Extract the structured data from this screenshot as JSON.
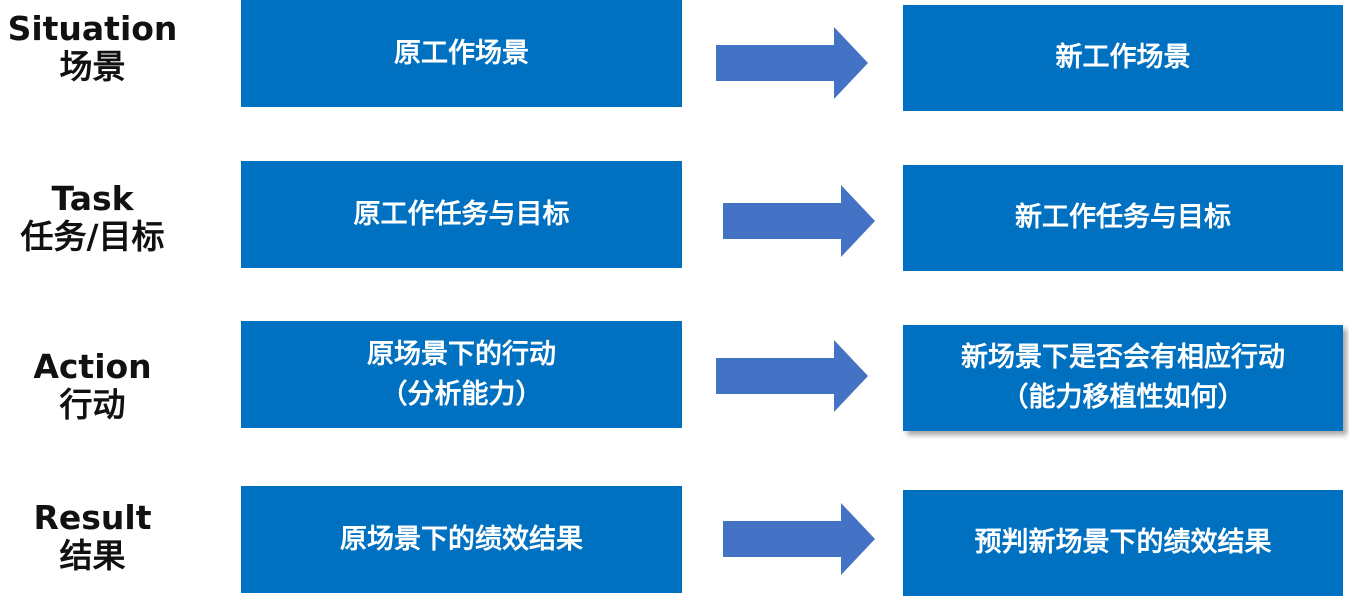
{
  "rows": [
    {
      "label_en": "Situation",
      "label_cn": "场景",
      "original_lines": [
        "原工作场景"
      ],
      "new_lines": [
        "新工作场景"
      ]
    },
    {
      "label_en": "Task",
      "label_cn": "任务/目标",
      "original_lines": [
        "原工作任务与目标"
      ],
      "new_lines": [
        "新工作任务与目标"
      ]
    },
    {
      "label_en": "Action",
      "label_cn": "行动",
      "original_lines": [
        "原场景下的行动",
        "（分析能力）"
      ],
      "new_lines": [
        "新场景下是否会有相应行动",
        "（能力移植性如何）"
      ]
    },
    {
      "label_en": "Result",
      "label_cn": "结果",
      "original_lines": [
        "原场景下的绩效结果"
      ],
      "new_lines": [
        "预判新场景下的绩效结果"
      ]
    }
  ],
  "colors": {
    "box_fill": "#0070C0",
    "arrow_fill": "#4472C4",
    "label_text": "#111111"
  }
}
